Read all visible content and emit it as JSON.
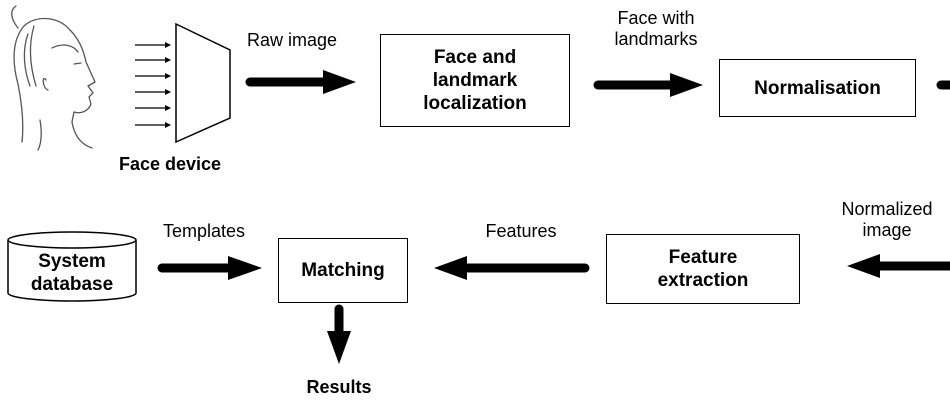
{
  "colors": {
    "stroke": "#000000",
    "face_line": "#555555",
    "background": "#ffffff"
  },
  "device": {
    "label": "Face device",
    "icon": "face-profile-icon"
  },
  "edges": {
    "raw_image": "Raw image",
    "face_with_landmarks": "Face with\nlandmarks",
    "normalized_image": "Normalized\nimage",
    "features": "Features",
    "templates": "Templates"
  },
  "nodes": {
    "localization": "Face and\nlandmark\nlocalization",
    "normalisation": "Normalisation",
    "feature_extraction": "Feature\nextraction",
    "matching": "Matching",
    "system_database": "System\ndatabase",
    "results": "Results"
  }
}
